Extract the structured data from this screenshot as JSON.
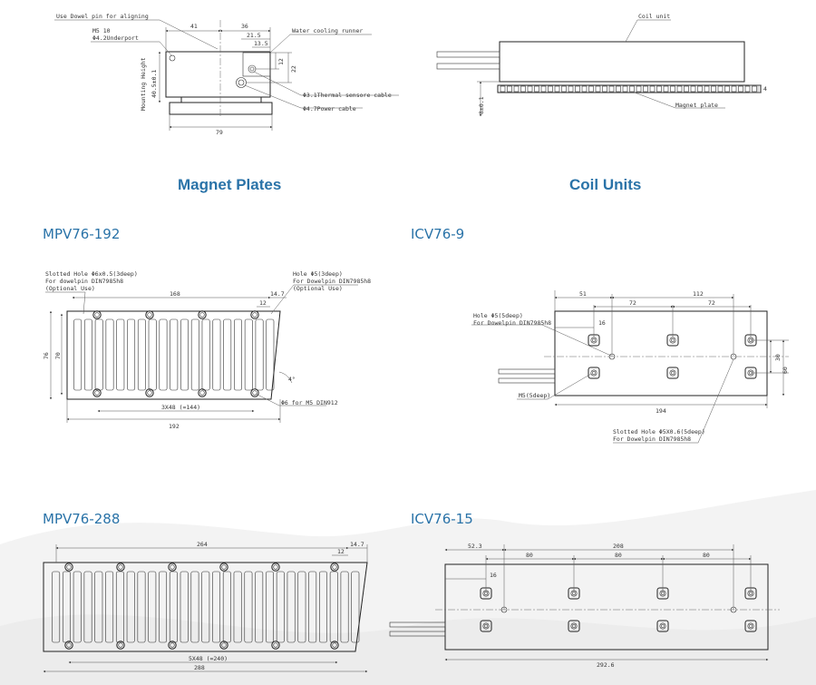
{
  "sections": {
    "magnet_plates": "Magnet Plates",
    "coil_units": "Coil Units"
  },
  "models": {
    "mpv76_192": "MPV76-192",
    "mpv76_288": "MPV76-288",
    "icv76_9": "ICV76-9",
    "icv76_15": "ICV76-15"
  },
  "side_view": {
    "dowel_note": "Use Dowel pin for aligning",
    "m5": "M5 10",
    "underport": "Φ4.2Underport",
    "mounting_height": "Mounting Height",
    "height": "40.5±0.1",
    "d41": "41",
    "d36": "36",
    "d21_5": "21.5",
    "d13_5": "13.5",
    "d12": "12",
    "d22": "22",
    "d79": "79",
    "water_runner": "Water cooling runner",
    "thermal_cable": "Φ3.1Thermal sensore cable",
    "power_cable": "Φ4.7Power cable"
  },
  "coil_side": {
    "coil_unit": "Coil unit",
    "magnet_plate": "Magnet plate",
    "gap": "8±0.1",
    "d4": "4"
  },
  "mpv192": {
    "slotted_hole": [
      "Slotted Hole Φ6x0.5(3deep)",
      "For dowelpin DIN7985h8",
      "(Optional Use)"
    ],
    "hole": [
      "Hole Φ5(3deep)",
      "For Dowelpin DIN7985h8",
      "(Optional Use)"
    ],
    "d168": "168",
    "d12": "12",
    "d14_7": "14.7",
    "d76": "76",
    "d70": "70",
    "pitch": "3X48 (=144)",
    "d192": "192",
    "cbore": "Φ6 for M5 DIN912",
    "angle": "4°"
  },
  "icv9": {
    "hole": [
      "Hole Φ5(5deep)",
      "For Dowelpin DIN7985h8"
    ],
    "d51": "51",
    "d112": "112",
    "d72a": "72",
    "d72b": "72",
    "d16": "16",
    "d30": "30",
    "d60": "60",
    "m5": "M5(5deep)",
    "d194": "194",
    "slotted_hole": [
      "Slotted Hole Φ5X0.6(5deep)",
      "For Dowelpin DIN7985h8"
    ]
  },
  "mpv288": {
    "d264": "264",
    "d12": "12",
    "d14_7": "14.7",
    "pitch": "5X48 (=240)",
    "d288": "288"
  },
  "icv15": {
    "d52_3": "52.3",
    "d208": "208",
    "d80a": "80",
    "d80b": "80",
    "d80c": "80",
    "d16": "16",
    "d292_6": "292.6"
  }
}
